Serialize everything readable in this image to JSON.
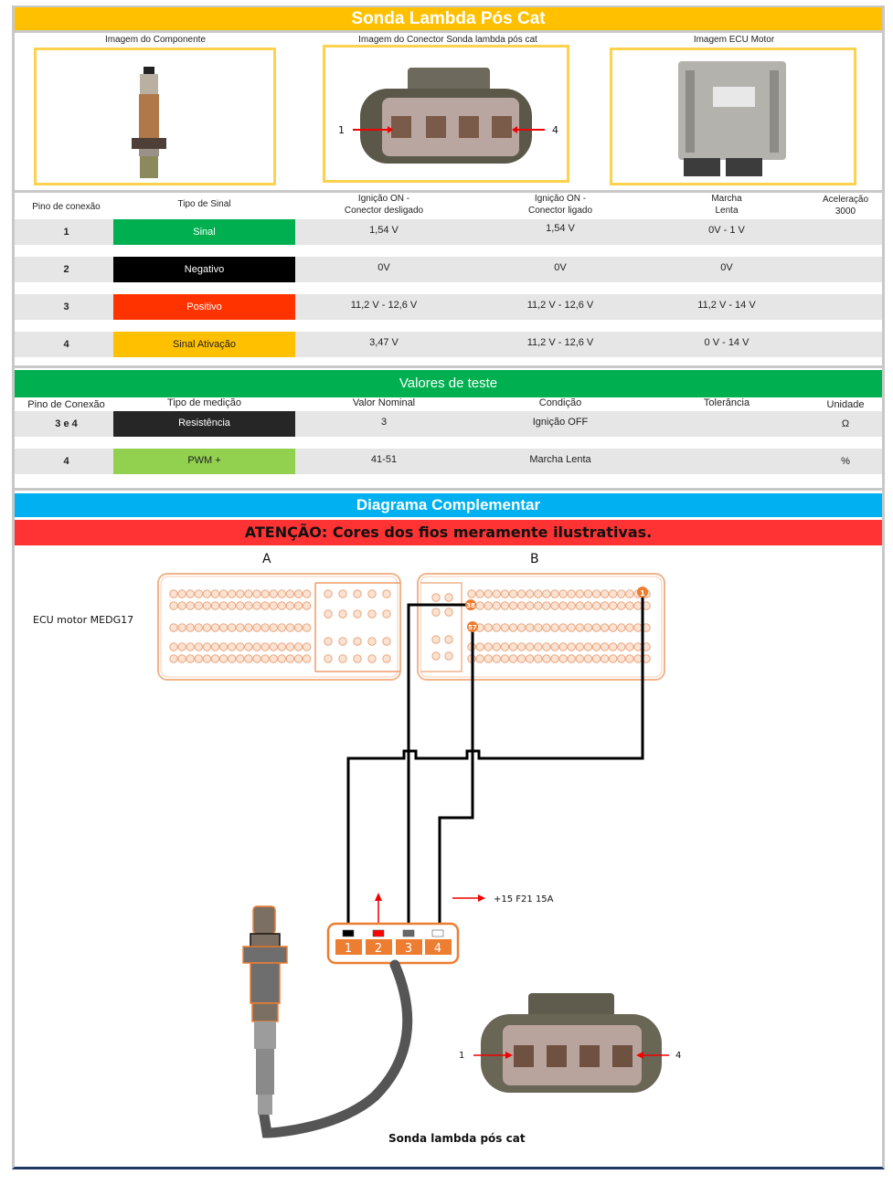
{
  "title": "Sonda Lambda Pós Cat",
  "images": {
    "component_label": "Imagem do Componente",
    "connector_label": "Imagem do Conector Sonda lambda pós cat",
    "ecu_label": "Imagem ECU Motor",
    "connector_pin_left": "1",
    "connector_pin_right": "4"
  },
  "signal_table": {
    "headers": {
      "pin": "Pino de conexão",
      "type": "Tipo de Sinal",
      "ign_off_line1": "Ignição ON -",
      "ign_off_line2": "Conector desligado",
      "ign_on_line1": "Ignição ON -",
      "ign_on_line2": "Conector ligado",
      "idle_line1": "Marcha",
      "idle_line2": "Lenta",
      "accel_line1": "Aceleração",
      "accel_line2": "3000"
    },
    "rows": [
      {
        "pin": "1",
        "type": "Sinal",
        "color": "#00b050",
        "text_color": "#ffffff",
        "ign_disc": "1,54 V",
        "ign_conn": "1,54 V",
        "idle": "0V - 1 V",
        "accel": ""
      },
      {
        "pin": "2",
        "type": "Negativo",
        "color": "#000000",
        "text_color": "#ffffff",
        "ign_disc": "0V",
        "ign_conn": "0V",
        "idle": "0V",
        "accel": ""
      },
      {
        "pin": "3",
        "type": "Positivo",
        "color": "#ff3300",
        "text_color": "#ffffff",
        "ign_disc": "11,2 V - 12,6 V",
        "ign_conn": "11,2 V - 12,6 V",
        "idle": "11,2 V - 14 V",
        "accel": ""
      },
      {
        "pin": "4",
        "type": "Sinal Ativação",
        "color": "#ffc000",
        "text_color": "#222222",
        "ign_disc": "3,47 V",
        "ign_conn": "11,2 V - 12,6 V",
        "idle": "0 V  - 14 V",
        "accel": ""
      }
    ]
  },
  "test_values": {
    "title": "Valores de teste",
    "headers": {
      "pin": "Pino de Conexão",
      "measure": "Tipo de medição",
      "nominal": "Valor Nominal",
      "condition": "Condição",
      "tolerance": "Tolerância",
      "unit": "Unidade"
    },
    "rows": [
      {
        "pin": "3 e 4",
        "measure": "Resistência",
        "color": "#262626",
        "text_color": "#ffffff",
        "nominal": "3",
        "condition": "Ignição OFF",
        "tolerance": "",
        "unit": "Ω"
      },
      {
        "pin": "4",
        "measure": "PWM +",
        "color": "#92d050",
        "text_color": "#222222",
        "nominal": "41-51",
        "condition": "Marcha Lenta",
        "tolerance": "",
        "unit": "%"
      }
    ]
  },
  "diagram": {
    "title": "Diagrama Complementar",
    "warning": "ATENÇÃO: Cores dos fios meramente ilustrativas.",
    "ecu_name": "ECU motor MEDG17",
    "connector_a_label": "A",
    "connector_b_label": "B",
    "ecu_pins_used": [
      "1",
      "38",
      "57"
    ],
    "sensor_connector_pins": [
      {
        "pin": "1",
        "wire_color": "#000000",
        "ecu_pin": "1"
      },
      {
        "pin": "2",
        "wire_color": "#ff0000",
        "ecu_pin": ""
      },
      {
        "pin": "3",
        "wire_color": "#666666",
        "ecu_pin": "38"
      },
      {
        "pin": "4",
        "wire_color": "#ffffff",
        "ecu_pin": "57"
      }
    ],
    "fuse_label": "+15  F21 15A",
    "sensor_caption": "Sonda lambda pós cat",
    "photo_pin_left": "1",
    "photo_pin_right": "4",
    "accent_color": "#ed7d31"
  }
}
